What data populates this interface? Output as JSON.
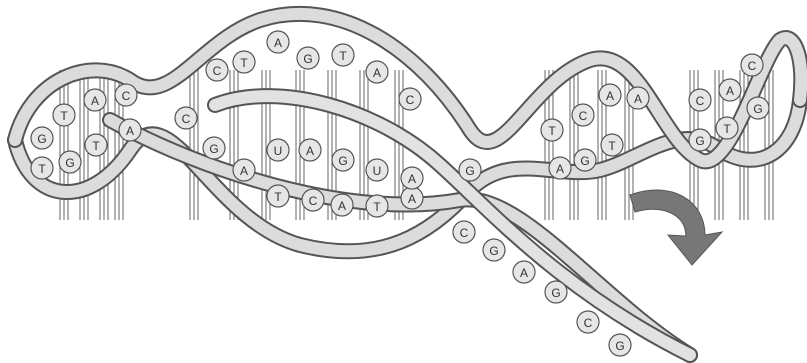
{
  "diagram": {
    "upper_strand_bases": [
      "C",
      "A",
      "T",
      "G",
      "C",
      "T",
      "A",
      "G",
      "T",
      "A",
      "C",
      "T",
      "C",
      "A",
      "A",
      "C",
      "A",
      "C"
    ],
    "lower_strand_bases": [
      "T",
      "G",
      "T",
      "A",
      "C",
      "G",
      "A",
      "T",
      "C",
      "A",
      "T",
      "A",
      "G",
      "A",
      "G",
      "T",
      "G",
      "T",
      "G"
    ],
    "rna_bases": [
      "U",
      "A",
      "G",
      "U",
      "A"
    ],
    "released_bases": [
      "C",
      "G",
      "A",
      "G",
      "C",
      "G"
    ],
    "arrow_color": "#777777",
    "strand_color": "#d8d8d8",
    "strand_edge_color": "#555555",
    "icon": "curved-arrow-icon"
  }
}
